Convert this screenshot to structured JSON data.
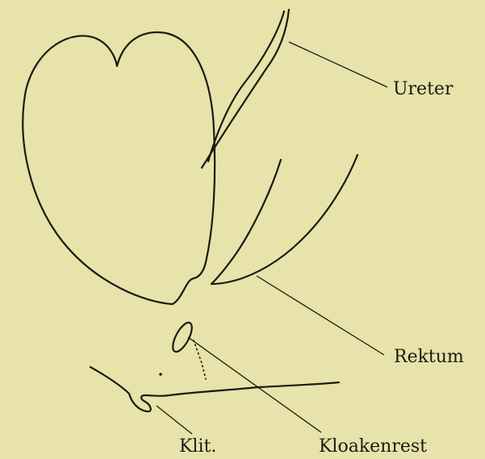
{
  "labels": {
    "ureter": "Ureter",
    "rektum": "Rektum",
    "klit": "Klit.",
    "kloakenrest": "Kloakenrest"
  }
}
